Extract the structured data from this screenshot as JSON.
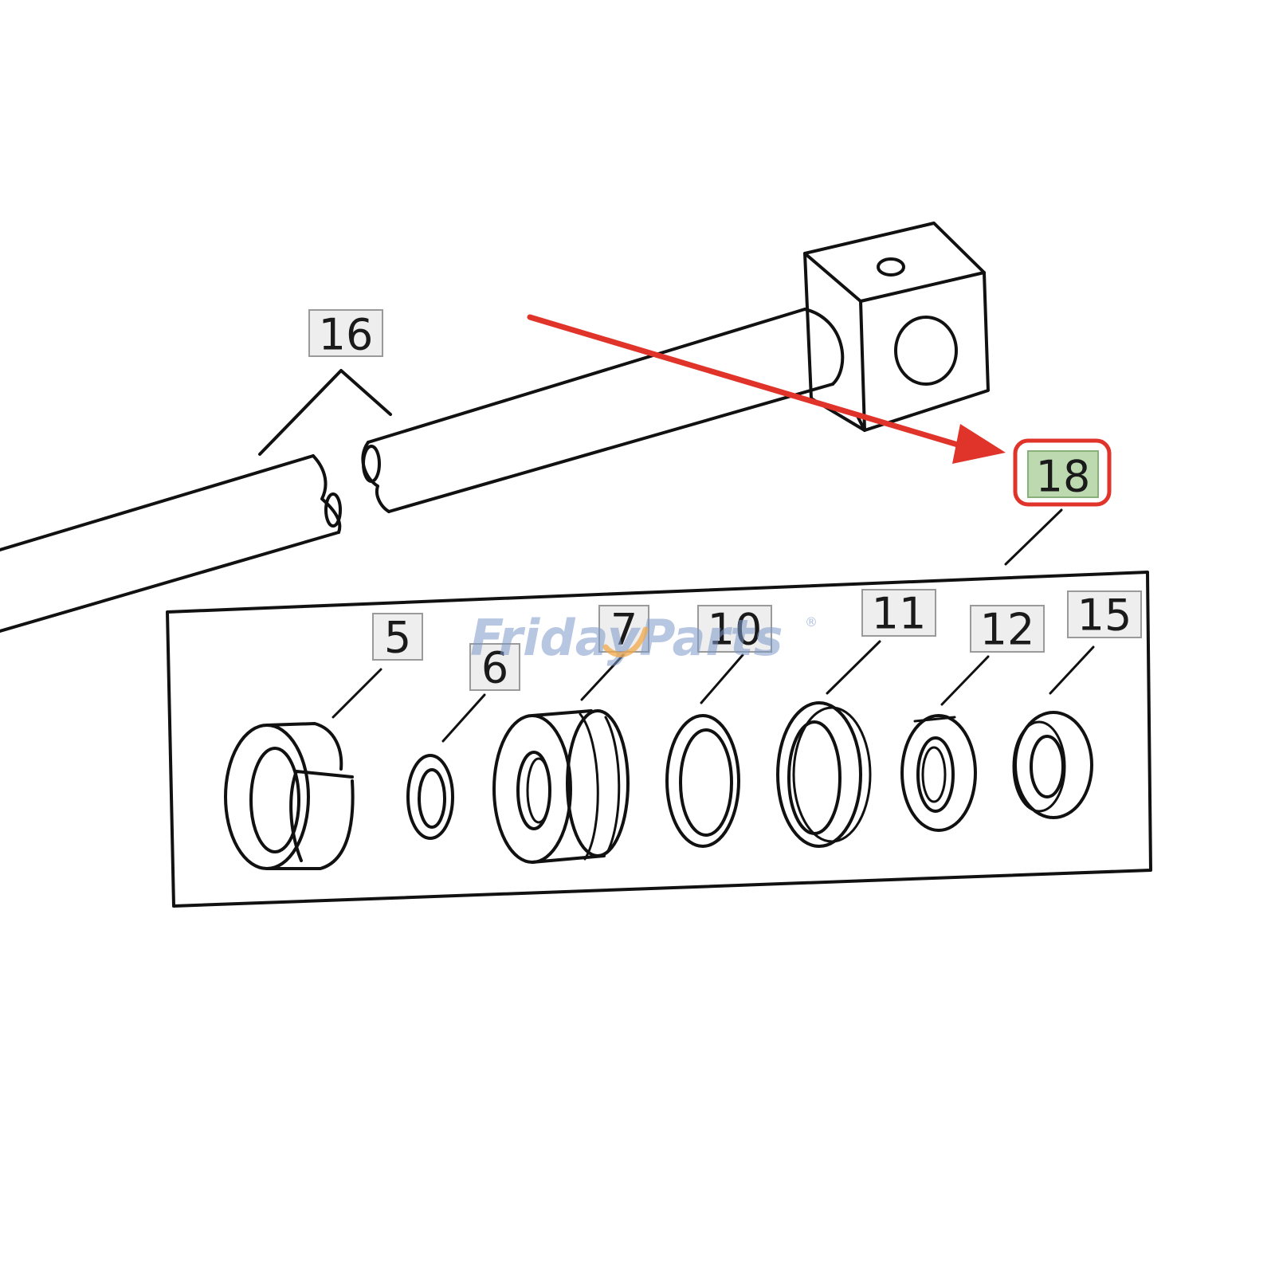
{
  "callouts": {
    "c16": "16",
    "c18": "18",
    "c5": "5",
    "c6": "6",
    "c7": "7",
    "c10": "10",
    "c11": "11",
    "c12": "12",
    "c15": "15"
  },
  "highlighted_callout": "18",
  "watermark": {
    "text": "FridayParts",
    "mark": "®"
  },
  "colors": {
    "arrow": "#e0332a",
    "highlight_fill": "#bcd9b0",
    "highlight_ring": "#e0332a",
    "watermark": "#7f9ac9"
  }
}
